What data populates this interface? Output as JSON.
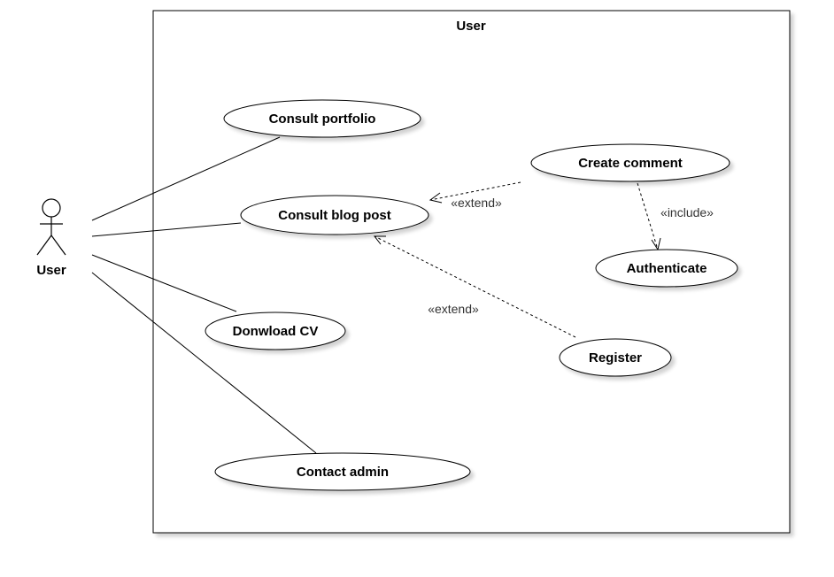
{
  "system": {
    "title": "User"
  },
  "actor": {
    "label": "User"
  },
  "use_cases": {
    "consult_portfolio": "Consult portfolio",
    "consult_blog_post": "Consult blog post",
    "download_cv": "Donwload CV",
    "contact_admin": "Contact admin",
    "create_comment": "Create comment",
    "authenticate": "Authenticate",
    "register": "Register"
  },
  "relations": {
    "extend_comment": "«extend»",
    "include_auth": "«include»",
    "extend_register": "«extend»"
  }
}
